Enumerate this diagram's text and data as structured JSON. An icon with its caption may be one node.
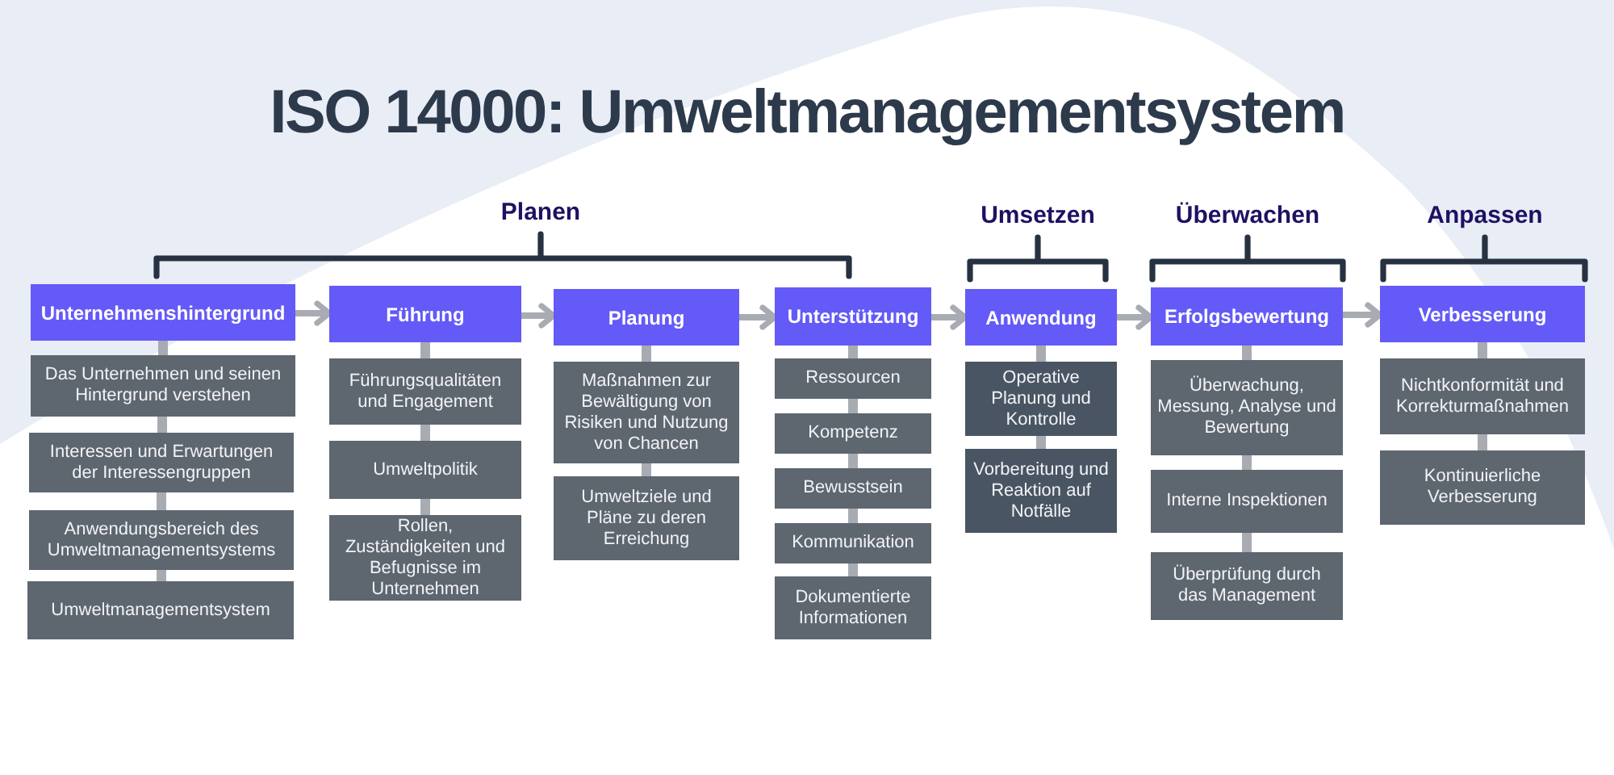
{
  "diagram": {
    "title": "ISO 14000: Umweltmanagementsystem",
    "nodes": [
      {
        "text": [
          "Unternehmenshintergrund"
        ]
      },
      {
        "text": [
          "Das Unternehmen und seinen Hintergrund verstehen"
        ]
      },
      {
        "text": [
          "Interessen und Erwartungen der Interessengruppen"
        ]
      },
      {
        "text": [
          "Anwendungsbereich des Umweltmanagementsystems"
        ]
      },
      {
        "text": [
          "Umweltmanagementsystem"
        ]
      },
      {
        "text": [
          "Führung"
        ]
      },
      {
        "text": [
          "Führungsqualitäten und Engagement"
        ]
      },
      {
        "text": [
          "Umweltpolitik"
        ]
      },
      {
        "text": [
          "Rollen, Zuständigkeiten und Befugnisse im Unternehmen"
        ]
      },
      {
        "text": [
          "Planung"
        ]
      },
      {
        "text": [
          "Maßnahmen zur Bewältigung von Risiken und Nutzung von Chancen"
        ]
      },
      {
        "text": [
          "Umweltziele und Pläne zu deren Erreichung"
        ]
      },
      {
        "text": [
          "Unterstützung"
        ]
      },
      {
        "text": [
          "Ressourcen"
        ]
      },
      {
        "text": [
          "Kompetenz"
        ]
      },
      {
        "text": [
          "Bewusstsein"
        ]
      },
      {
        "text": [
          "Kommunikation"
        ]
      },
      {
        "text": [
          "Dokumentierte Informationen"
        ]
      },
      {
        "text": [
          "Anwendung"
        ]
      },
      {
        "text": [
          "Operative Planung und Kontrolle"
        ]
      },
      {
        "text": [
          "Vorbereitung und Reaktion auf Notfälle"
        ]
      },
      {
        "text": [
          "Erfolgsbewertung"
        ]
      },
      {
        "text": [
          "Überwachung, Messung, Analyse und Bewertung"
        ]
      },
      {
        "text": [
          "Interne Inspektionen"
        ]
      },
      {
        "text": [
          "Überprüfung durch das Management"
        ]
      },
      {
        "text": [
          "Verbesserung"
        ]
      },
      {
        "text": [
          "Nichtkonformität und Korrekturmaßnahmen"
        ]
      },
      {
        "text": [
          "Kontinuierliche Verbesserung"
        ]
      }
    ],
    "edges": [
      {
        "from": 0,
        "to": 5,
        "arrow": "to"
      },
      {
        "from": 5,
        "to": 9,
        "arrow": "to"
      },
      {
        "from": 9,
        "to": 12,
        "arrow": "to"
      },
      {
        "from": 12,
        "to": 18,
        "arrow": "to"
      },
      {
        "from": 18,
        "to": 21,
        "arrow": "to"
      },
      {
        "from": 21,
        "to": 25,
        "arrow": "to"
      },
      {
        "from": 0,
        "to": 1,
        "arrow": "none"
      },
      {
        "from": 1,
        "to": 2,
        "arrow": "none"
      },
      {
        "from": 2,
        "to": 3,
        "arrow": "none"
      },
      {
        "from": 3,
        "to": 4,
        "arrow": "none"
      },
      {
        "from": 5,
        "to": 6,
        "arrow": "none"
      },
      {
        "from": 6,
        "to": 7,
        "arrow": "none"
      },
      {
        "from": 7,
        "to": 8,
        "arrow": "none"
      },
      {
        "from": 9,
        "to": 10,
        "arrow": "none"
      },
      {
        "from": 10,
        "to": 11,
        "arrow": "none"
      },
      {
        "from": 12,
        "to": 13,
        "arrow": "none"
      },
      {
        "from": 13,
        "to": 14,
        "arrow": "none"
      },
      {
        "from": 14,
        "to": 15,
        "arrow": "none"
      },
      {
        "from": 15,
        "to": 16,
        "arrow": "none"
      },
      {
        "from": 16,
        "to": 17,
        "arrow": "none"
      },
      {
        "from": 18,
        "to": 19,
        "arrow": "none"
      },
      {
        "from": 19,
        "to": 20,
        "arrow": "none"
      },
      {
        "from": 21,
        "to": 22,
        "arrow": "none"
      },
      {
        "from": 22,
        "to": 23,
        "arrow": "none"
      },
      {
        "from": 23,
        "to": 24,
        "arrow": "none"
      },
      {
        "from": 25,
        "to": 26,
        "arrow": "none"
      },
      {
        "from": 26,
        "to": 27,
        "arrow": "none"
      }
    ],
    "labels": [
      "Planen",
      "Umsetzen",
      "Überwachen",
      "Anpassen"
    ]
  }
}
